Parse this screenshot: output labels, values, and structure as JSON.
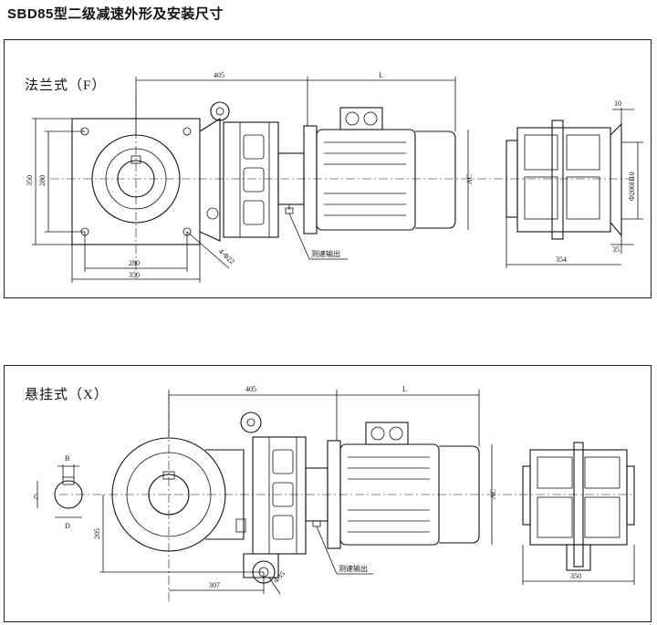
{
  "title": "SBD85型二级减速外形及安装尺寸",
  "flange": {
    "label": "法兰式（F）",
    "dim_405": "405",
    "dim_L": "L",
    "dim_350_v": "350",
    "dim_280_v": "280",
    "dim_280_h": "280",
    "dim_350_h": "350",
    "holes": "4-Φ22",
    "speed_output": "测速输出",
    "dim_AC": "AC",
    "dim_10": "10",
    "dim_shaft": "Φ200H10",
    "dim_35": "35",
    "dim_354": "354"
  },
  "hanging": {
    "label": "悬挂式（X）",
    "dim_405": "405",
    "dim_L": "L",
    "key_B": "B",
    "key_C": "C",
    "key_D": "D",
    "dim_205": "205",
    "dim_307": "307",
    "hole": "Φ35",
    "speed_output": "测速输出",
    "dim_AC": "AC",
    "dim_350": "350"
  }
}
